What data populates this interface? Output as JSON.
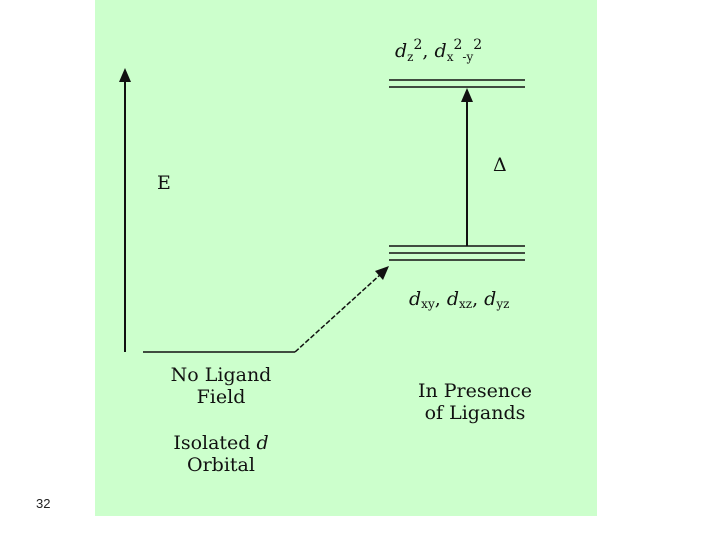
{
  "slide_number": "32",
  "colors": {
    "panel_background": "#ccffcc",
    "line": "#111111"
  },
  "axis": {
    "label": "E"
  },
  "left_level": {
    "label_line1": "No Ligand",
    "label_line2": "Field",
    "caption_word1": "Isolated",
    "caption_d": "d",
    "caption_line2": "Orbital"
  },
  "upper_level": {
    "d1": "d",
    "d1_sub": "z",
    "d1_sup": "2",
    "sep": ", ",
    "d2": "d",
    "d2_sub": "x",
    "d2_sup": "2",
    "d2_sub2": "-y",
    "d2_sup2": "2"
  },
  "lower_level": {
    "d1": "d",
    "d1_sub": "xy",
    "sep1": ", ",
    "d2": "d",
    "d2_sub": "xz",
    "sep2": ", ",
    "d3": "d",
    "d3_sub": "yz"
  },
  "splitting": {
    "symbol": "Δ"
  },
  "right_caption": {
    "line1": "In Presence",
    "line2": "of Ligands"
  }
}
